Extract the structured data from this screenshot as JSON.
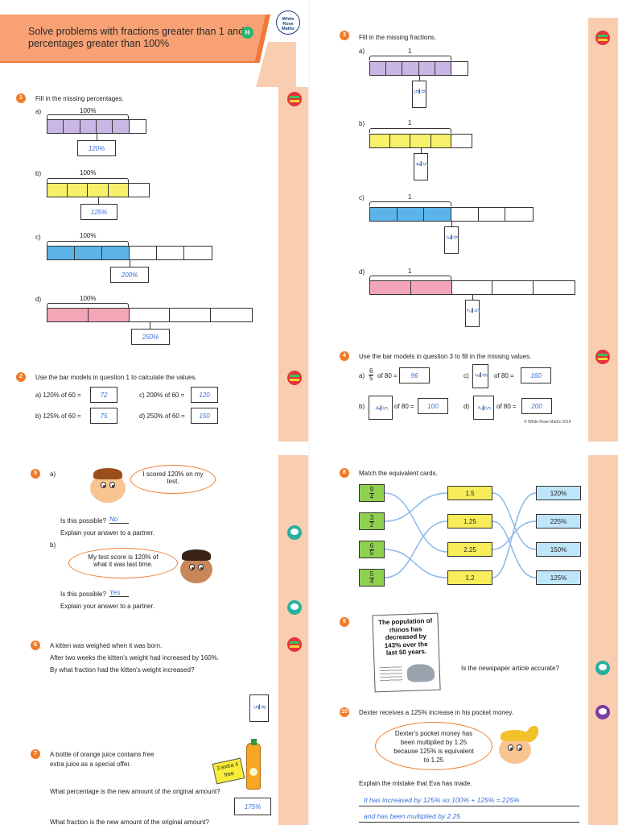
{
  "header": {
    "title": "Solve problems with fractions greater than 1 and percentages greater than 100%",
    "badge": "H",
    "logo": "White Rose Maths"
  },
  "colors": {
    "orange": "#f7a174",
    "strip": "#f9cdb0",
    "purple": "#c9b6e4",
    "yellow": "#f7f06a",
    "blue": "#5bb3e8",
    "pink": "#f4a6b8",
    "handwriting": "#3a6fd8"
  },
  "q1": {
    "num": "1",
    "prompt": "Fill in the missing percentages.",
    "parts": [
      {
        "label": "a)",
        "top": "100%",
        "answer": "120%"
      },
      {
        "label": "b)",
        "top": "100%",
        "answer": "125%"
      },
      {
        "label": "c)",
        "top": "100%",
        "answer": "200%"
      },
      {
        "label": "d)",
        "top": "100%",
        "answer": "250%"
      }
    ]
  },
  "q2": {
    "num": "2",
    "prompt": "Use the bar models in question 1 to calculate the values.",
    "items": [
      {
        "label": "a)  120% of 60 =",
        "answer": "72"
      },
      {
        "label": "c)  200% of 60 =",
        "answer": "120"
      },
      {
        "label": "b)  125% of 60 =",
        "answer": "75"
      },
      {
        "label": "d)  250% of 60 =",
        "answer": "150"
      }
    ]
  },
  "q3": {
    "num": "3",
    "prompt": "Fill in the missing fractions.",
    "parts": [
      {
        "label": "a)",
        "top": "1",
        "answer_n": "6",
        "answer_d": "5"
      },
      {
        "label": "b)",
        "top": "1",
        "answer_n": "5",
        "answer_d": "4"
      },
      {
        "label": "c)",
        "top": "1",
        "answer_n": "6",
        "answer_d": "3"
      },
      {
        "label": "d)",
        "top": "1",
        "answer_n": "5",
        "answer_d": "2"
      }
    ]
  },
  "q4": {
    "num": "4",
    "prompt": "Use the bar models in question 3 to fill in the missing values.",
    "items": [
      {
        "label": "a)",
        "n": "6",
        "d": "5",
        "text": "of 80 =",
        "answer": "96"
      },
      {
        "label": "c)",
        "n": "6",
        "d": "3",
        "text": "of 80 =",
        "answer": "160"
      },
      {
        "label": "b)",
        "n": "5",
        "d": "4",
        "text": "of 80 =",
        "answer": "100"
      },
      {
        "label": "d)",
        "n": "5",
        "d": "2",
        "text": "of 80 =",
        "answer": "200"
      }
    ],
    "copyright": "© White Rose Maths 2019"
  },
  "q5": {
    "num": "5",
    "a_label": "a)",
    "a_speech": "I scored 120% on my test.",
    "a_possible": "Is this possible?",
    "a_answer": "No",
    "a_explain": "Explain your answer to a partner.",
    "b_label": "b)",
    "b_speech": "My test score is 120% of what it was last time.",
    "b_possible": "Is this possible?",
    "b_answer": "Yes",
    "b_explain": "Explain your answer to a partner."
  },
  "q6": {
    "num": "6",
    "l1": "A kitten was weighed when it was born.",
    "l2": "After two weeks the kitten's weight had increased by 160%.",
    "l3": "By what fraction had the kitten's weight increased?",
    "answer_n": "8",
    "answer_d": "5"
  },
  "q7": {
    "num": "7",
    "l1": "A bottle of orange juice contains free",
    "l2": "extra juice as a special offer.",
    "tag": "3 extra 4 free",
    "q1": "What percentage is the new amount of the original amount?",
    "answer": "175%",
    "q2": "What fraction is the new amount of the original amount?"
  },
  "q8": {
    "num": "8",
    "prompt": "Match the equivalent cards.",
    "fractions": [
      {
        "n": "9",
        "d": "4"
      },
      {
        "n": "3",
        "d": "2"
      },
      {
        "n": "6",
        "d": "5"
      },
      {
        "n": "5",
        "d": "4"
      }
    ],
    "decimals": [
      "1.5",
      "1.25",
      "2.25",
      "1.2"
    ],
    "percents": [
      "120%",
      "225%",
      "150%",
      "125%"
    ]
  },
  "q9": {
    "num": "9",
    "headline": "The population of rhinos has decreased by 143% over the last 50 years.",
    "question": "Is the newspaper article accurate?"
  },
  "q10": {
    "num": "10",
    "prompt": "Dexter receives a 125% increase in his pocket money.",
    "speech": "Dexter's pocket money has been multiplied by 1.25 because 125% is equivalent to 1.25",
    "explain": "Explain the mistake that Eva has made.",
    "hw1": "It has increased by 125% so 100% + 125% = 225%",
    "hw2": "and has been multiplied by 2.25"
  }
}
